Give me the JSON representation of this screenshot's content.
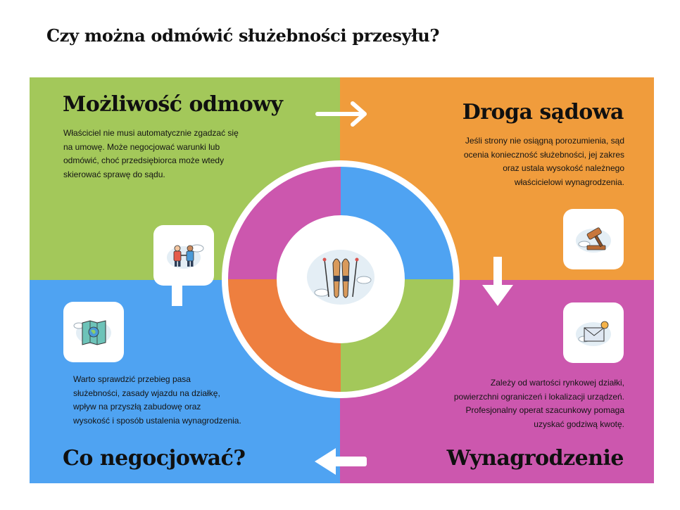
{
  "title": "Czy można odmówić służebności przesyłu?",
  "quadrants": {
    "top_left": {
      "heading": "Możliwość odmowy",
      "lines": [
        "Właściciel nie musi automatycznie zgadzać się",
        "na umowę. Może negocjować warunki lub",
        "odmówić, choć przedsiębiorca może wtedy",
        "skierować sprawę do sądu."
      ],
      "icon": "handshake-people-icon",
      "color": "#a3c85a"
    },
    "top_right": {
      "heading": "Droga sądowa",
      "lines": [
        "Jeśli strony nie osiągną porozumienia, sąd",
        "ocenia konieczność służebności, jej zakres",
        "oraz ustala wysokość należnego",
        "właścicielowi wynagrodzenia."
      ],
      "icon": "gavel-icon",
      "color": "#f09c3c"
    },
    "bottom_right": {
      "heading": "Wynagrodzenie",
      "lines": [
        "Zależy od wartości rynkowej działki,",
        "powierzchni ograniczeń i lokalizacji urządzeń.",
        "Profesjonalny operat szacunkowy pomaga",
        "uzyskać godziwą kwotę."
      ],
      "icon": "envelope-letter-icon",
      "color": "#cc57ae"
    },
    "bottom_left": {
      "heading": "Co negocjować?",
      "lines": [
        "Warto sprawdzić przebieg pasa",
        "służebności, zasady wjazdu na działkę,",
        "wpływ na przyszłą zabudowę oraz",
        "wysokość i sposób ustalenia wynagrodzenia."
      ],
      "icon": "map-globe-icon",
      "color": "#4fa3f2"
    }
  },
  "center": {
    "icon": "skis-poles-icon",
    "ring_colors": [
      "#4fa3f2",
      "#a3c85a",
      "#ee7f3f",
      "#cc57ae"
    ]
  },
  "arrows": [
    "arrow-right-icon",
    "arrow-down-icon",
    "arrow-left-icon",
    "arrow-up-icon"
  ]
}
